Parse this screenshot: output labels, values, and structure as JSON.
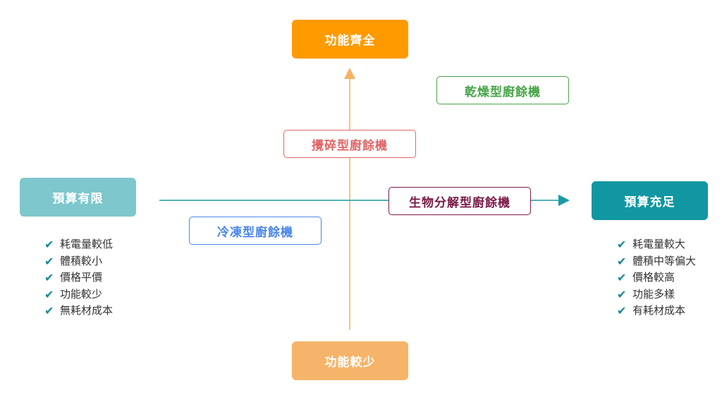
{
  "colors": {
    "orange": "#ff9a00",
    "light_orange": "#f6b46a",
    "light_teal": "#7ec7cc",
    "teal": "#1197a2",
    "axis_vertical": "#f7b262",
    "axis_horizontal": "#1a9aa5",
    "check": "#138a96",
    "green": "#47a447",
    "red": "#e06666",
    "maroon": "#7b1a48",
    "blue": "#4a86e8"
  },
  "axes": {
    "top": "功能齊全",
    "bottom": "功能較少",
    "left": "預算有限",
    "right": "預算充足"
  },
  "machines": {
    "dry": "乾燥型廚餘機",
    "grind": "攪碎型廚餘機",
    "bio": "生物分解型廚餘機",
    "freeze": "冷凍型廚餘機"
  },
  "left_features": [
    "耗電量較低",
    "體積較小",
    "價格平價",
    "功能較少",
    "無耗材成本"
  ],
  "right_features": [
    "耗電量較大",
    "體積中等偏大",
    "價格較高",
    "功能多樣",
    "有耗材成本"
  ],
  "check_symbol": "✔"
}
